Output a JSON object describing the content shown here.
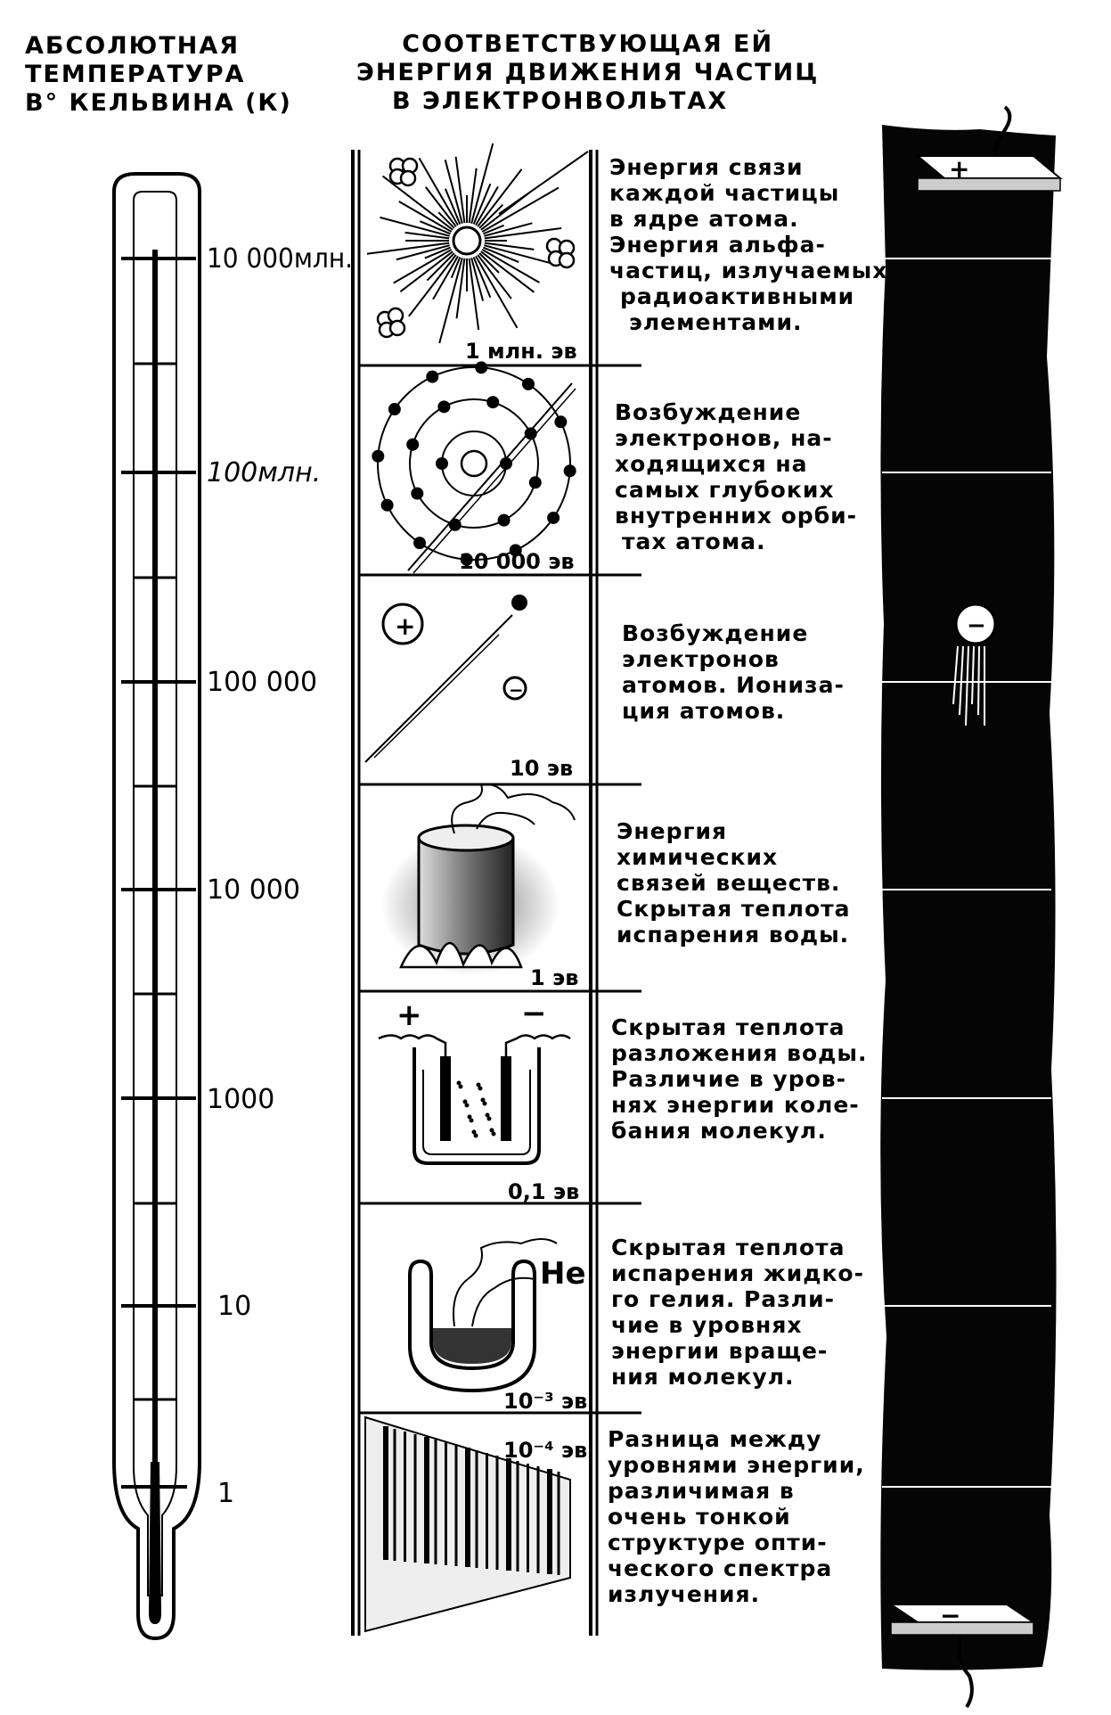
{
  "header": {
    "left": [
      "АБСОЛЮТНАЯ",
      "ТЕМПЕРАТУРА",
      "В° КЕЛЬВИНА (К)"
    ],
    "middle": [
      "СООТВЕТСТВУЮЩАЯ ЕЙ",
      "ЭНЕРГИЯ ДВИЖЕНИЯ ЧАСТИЦ",
      "В ЭЛЕКТРОНВОЛЬТАХ"
    ]
  },
  "thermometer": {
    "labels": [
      "10 000млн.",
      "100млн.",
      "100 000",
      "10 000",
      "1000",
      "10",
      "1"
    ]
  },
  "rows": [
    {
      "energy": "1 млн. эв",
      "text": [
        "Энергия связи",
        "каждой частицы",
        "в ядре атома.",
        "Энергия альфа-",
        "частиц, излучаемых",
        "радиоактивными",
        "элементами."
      ]
    },
    {
      "energy": "10 000 эв",
      "text": [
        "Возбуждение",
        "электронов, на-",
        "ходящихся на",
        "самых глубоких",
        "внутренних орби-",
        "тах атома."
      ]
    },
    {
      "energy": "10 эв",
      "text": [
        "Возбуждение",
        "электронов",
        "атомов. Иониза-",
        "ция атомов."
      ]
    },
    {
      "energy": "1 эв",
      "text": [
        "Энергия",
        "химических",
        "связей веществ.",
        "Скрытая теплота",
        "испарения воды."
      ]
    },
    {
      "energy": "0,1 эв",
      "text": [
        "Скрытая теплота",
        "разложения воды.",
        "Различие в уров-",
        "нях энергии коле-",
        "бания молекул."
      ]
    },
    {
      "energy": "10⁻³ эв",
      "label_he": "He",
      "text": [
        "Скрытая теплота",
        "испарения жидко-",
        "го гелия. Разли-",
        "чие в уровнях",
        "энергии враще-",
        "ния молекул."
      ]
    },
    {
      "energy": "10⁻⁴ эв",
      "text": [
        "Разница между",
        "уровнями энергии,",
        "различимая в",
        "очень тонкой",
        "структуре опти-",
        "ческого спектра",
        "излучения."
      ]
    }
  ],
  "electrode": {
    "plus": "+",
    "minus": "−"
  }
}
